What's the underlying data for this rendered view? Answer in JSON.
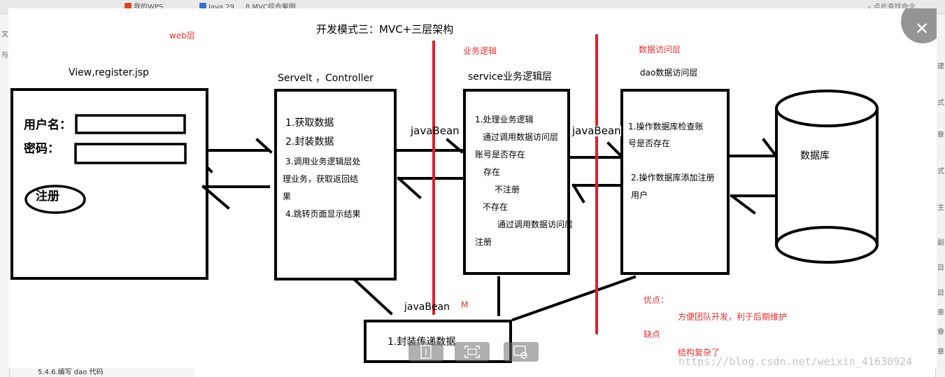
{
  "background": {
    "tabs": [
      {
        "label": "我的WPS",
        "icon_color": "#d24a2a"
      },
      {
        "label": "Java 29 ... 8 MVC综合案例 ... ",
        "icon_color": "#3a6fc4"
      }
    ],
    "search_placeholder": "点此查找命令",
    "outline_item": "5.4.6.编写 dao 代码",
    "left_strip_chars": [
      "文",
      "与"
    ],
    "right_strip_chars": [
      "建",
      "式",
      "章",
      "式",
      "主",
      "副",
      "目",
      "目",
      "章",
      "章",
      "章"
    ]
  },
  "diagram": {
    "title": "开发模式三：MVC+三层架构",
    "layer_labels": {
      "web": "web层",
      "service": "业务逻辑",
      "dao": "数据访问层",
      "model": "M"
    },
    "view": {
      "caption": "View,register.jsp",
      "username_label": "用户名：",
      "password_label": "密码：",
      "register_button": "注册"
    },
    "controller": {
      "caption": "Servelt ，Controller",
      "steps": [
        "1.获取数据",
        "2.封装数据",
        "3.调用业务逻辑层处",
        "理业务，获取返回结",
        "果",
        "4.跳转页面显示结果"
      ]
    },
    "service": {
      "caption": "service业务逻辑层",
      "lines": [
        "1.处理业务逻辑",
        "通过调用数据访问层",
        "账号是否存在",
        "存在",
        "不注册",
        "不存在",
        "通过调用数据访问层",
        "注册"
      ]
    },
    "dao": {
      "caption": "dao数据访问层",
      "lines": [
        "1.操作数据库检查账",
        "号是否存在",
        "2.操作数据库添加注册",
        "用户"
      ]
    },
    "database": {
      "label": "数据库"
    },
    "javabean_labels": [
      "javaBean",
      "javaBean",
      "javaBean"
    ],
    "bean_box": {
      "text": "1.封装传递数据"
    },
    "notes": {
      "pros_title": "优点：",
      "pros": "方便团队开发，利于后期维护",
      "cons_title": "缺点",
      "cons": "结构复杂了"
    },
    "watermark": "https://blog.csdn.net/weixin_41630924"
  },
  "viewer": {
    "close_label": "✕",
    "toolbar": [
      {
        "name": "zoom-in-icon"
      },
      {
        "name": "fit-screen-icon"
      },
      {
        "name": "image-edit-icon"
      }
    ]
  },
  "colors": {
    "red_line": "#e0202a",
    "red_text": "#e03030",
    "ink": "#000000"
  }
}
